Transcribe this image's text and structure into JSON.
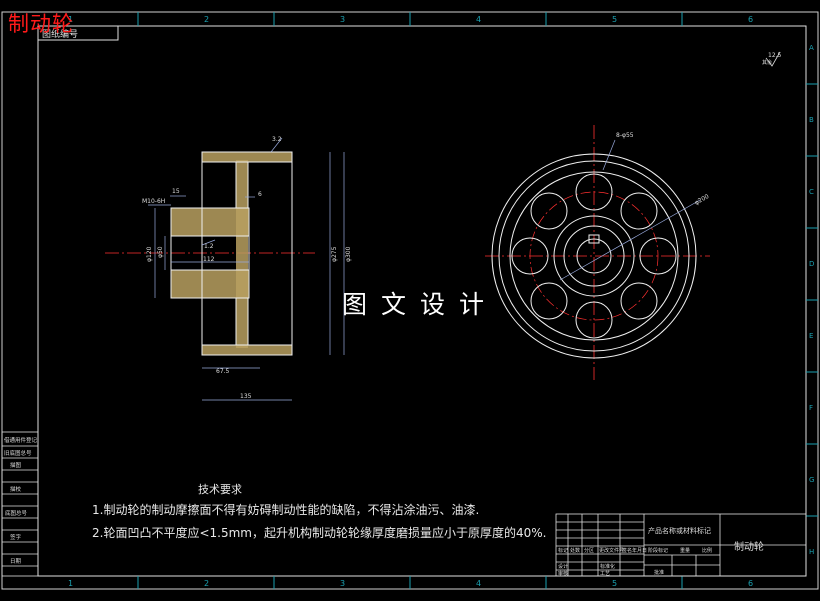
{
  "watermark": "制动轮",
  "brand": "图文设计",
  "border_columns": [
    "1",
    "2",
    "3",
    "4",
    "5",
    "6"
  ],
  "border_rows": [
    "A",
    "B",
    "C",
    "D",
    "E",
    "F",
    "G",
    "H"
  ],
  "corner_label": "图纸编号",
  "dimensions": {
    "m10": "M10-6H",
    "d15": "15",
    "d6": "6",
    "d12": "1.2",
    "d32": "3.2",
    "d112": "112",
    "phi120": "φ120",
    "phi50": "φ50",
    "phi275": "φ275",
    "phi300": "φ300",
    "d675": "67.5",
    "d135": "135",
    "holes": "8-φ55",
    "phi200": "φ200",
    "rough": "12.5",
    "rough_rest": "其余"
  },
  "side_table": [
    "借通用件登记",
    "旧底图总号",
    "描图",
    "描校",
    "底图总号",
    "签字",
    "日期"
  ],
  "notes": {
    "title": "技术要求",
    "line1": "1.制动轮的制动摩擦面不得有妨碍制动性能的缺陷，不得沾涂油污、油漆.",
    "line2": "2.轮面凹凸不平度应<1.5mm，起升机构制动轮轮缘厚度磨损量应小于原厚度的40%."
  },
  "title_block": {
    "company": "产品名称或材料标记",
    "drawing_name": "制动轮",
    "scale_label": "比例",
    "weight_label": "重量",
    "stage_label": "阶段标记",
    "designer": "设计",
    "checker": "审核",
    "approver": "批准",
    "std": "标准化",
    "process": "工艺",
    "marker": "标记",
    "count": "处数",
    "zone": "分区",
    "change_no": "更改文件号",
    "signature": "签名",
    "date": "年月日"
  }
}
